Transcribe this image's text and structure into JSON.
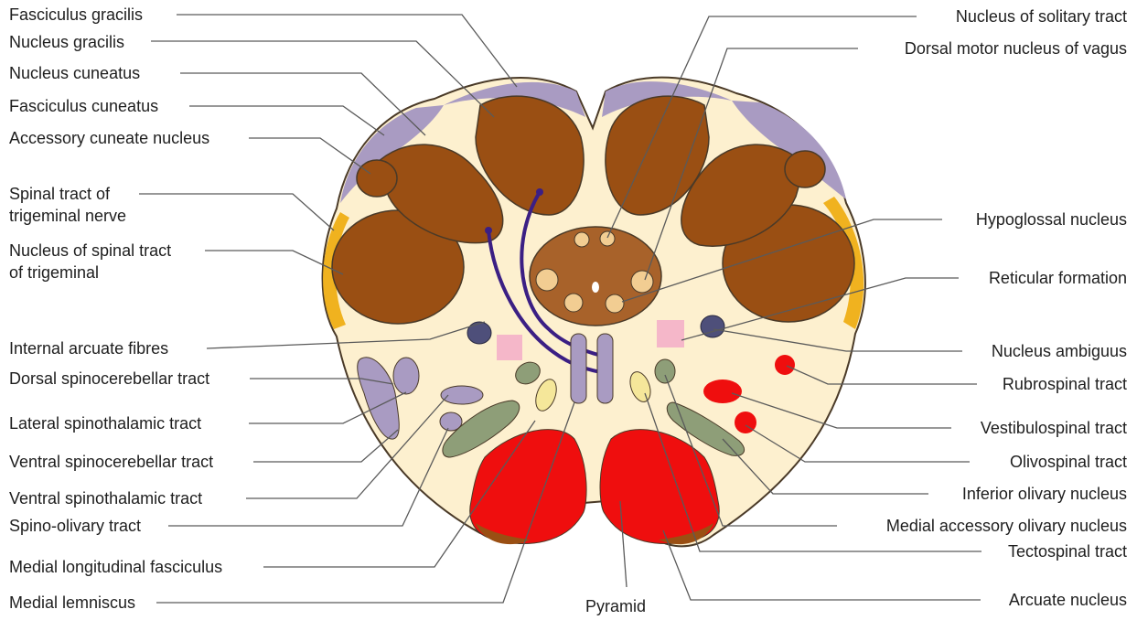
{
  "diagram": {
    "left_labels": [
      {
        "id": "fasciculus-gracilis",
        "text": "Fasciculus gracilis"
      },
      {
        "id": "nucleus-gracilis",
        "text": "Nucleus gracilis"
      },
      {
        "id": "nucleus-cuneatus",
        "text": "Nucleus cuneatus"
      },
      {
        "id": "fasciculus-cuneatus",
        "text": "Fasciculus cuneatus"
      },
      {
        "id": "accessory-cuneate-nucleus",
        "text": "Accessory cuneate nucleus"
      },
      {
        "id": "spinal-tract-trigeminal-1",
        "text": "Spinal tract of"
      },
      {
        "id": "spinal-tract-trigeminal-2",
        "text": "trigeminal nerve"
      },
      {
        "id": "nucleus-spinal-tract-1",
        "text": "Nucleus of spinal tract"
      },
      {
        "id": "nucleus-spinal-tract-2",
        "text": "of trigeminal"
      },
      {
        "id": "internal-arcuate-fibres",
        "text": "Internal arcuate fibres"
      },
      {
        "id": "dorsal-spinocerebellar-tract",
        "text": "Dorsal spinocerebellar tract"
      },
      {
        "id": "lateral-spinothalamic-tract",
        "text": "Lateral spinothalamic tract"
      },
      {
        "id": "ventral-spinocerebellar-tract",
        "text": "Ventral spinocerebellar tract"
      },
      {
        "id": "ventral-spinothalamic-tract",
        "text": "Ventral spinothalamic tract"
      },
      {
        "id": "spino-olivary-tract",
        "text": "Spino-olivary tract"
      },
      {
        "id": "medial-longitudinal-fasciculus",
        "text": "Medial longitudinal fasciculus"
      },
      {
        "id": "medial-lemniscus",
        "text": "Medial lemniscus"
      }
    ],
    "right_labels": [
      {
        "id": "nucleus-solitary-tract",
        "text": "Nucleus of solitary tract"
      },
      {
        "id": "dorsal-motor-nucleus-vagus",
        "text": "Dorsal motor nucleus of vagus"
      },
      {
        "id": "hypoglossal-nucleus",
        "text": "Hypoglossal nucleus"
      },
      {
        "id": "reticular-formation",
        "text": "Reticular formation"
      },
      {
        "id": "nucleus-ambiguus",
        "text": "Nucleus ambiguus"
      },
      {
        "id": "rubrospinal-tract",
        "text": "Rubrospinal tract"
      },
      {
        "id": "vestibulospinal-tract",
        "text": "Vestibulospinal tract"
      },
      {
        "id": "olivospinal-tract",
        "text": "Olivospinal tract"
      },
      {
        "id": "inferior-olivary-nucleus",
        "text": "Inferior olivary nucleus"
      },
      {
        "id": "medial-accessory-olivary-nucleus",
        "text": "Medial accessory olivary nucleus"
      },
      {
        "id": "tectospinal-tract",
        "text": "Tectospinal tract"
      },
      {
        "id": "arcuate-nucleus",
        "text": "Arcuate nucleus"
      }
    ],
    "bottom_label": {
      "id": "pyramid",
      "text": "Pyramid"
    },
    "colors": {
      "background": "#fdf0cf",
      "outline": "#4a3a28",
      "nucleus_brown": "#9a4f13",
      "fasciculus_lilac": "#a99bc2",
      "trigeminal_yellow": "#f0b21f",
      "pyramid_red": "#ef0e0e",
      "olivary_green": "#8e9e78",
      "fibre_purple": "#3b1f84",
      "reticular_pink": "#f4b0c8",
      "leader_line": "#5a5a5a"
    }
  }
}
